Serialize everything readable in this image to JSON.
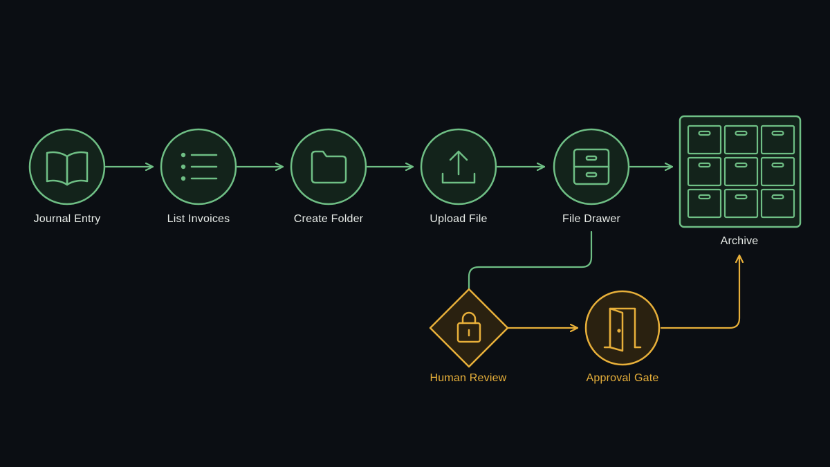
{
  "colors": {
    "background": "#0b0e13",
    "primary_flow": "#6fbf85",
    "review_flow": "#e8b03a",
    "primary_node_fill": "#13231b",
    "review_node_fill": "#2a2110",
    "primary_label": "#e8ece8",
    "review_label": "#e8b03a"
  },
  "nodes": {
    "journal_entry": {
      "label": "Journal Entry",
      "shape": "circle",
      "icon": "open-book-icon"
    },
    "list_invoices": {
      "label": "List Invoices",
      "shape": "circle",
      "icon": "bulleted-list-icon"
    },
    "create_folder": {
      "label": "Create Folder",
      "shape": "circle",
      "icon": "folder-icon"
    },
    "upload_file": {
      "label": "Upload File",
      "shape": "circle",
      "icon": "upload-icon"
    },
    "file_drawer": {
      "label": "File Drawer",
      "shape": "circle",
      "icon": "file-cabinet-icon"
    },
    "archive": {
      "label": "Archive",
      "shape": "rounded-rectangle",
      "icon": "drawer-grid-icon"
    },
    "human_review": {
      "label": "Human Review",
      "shape": "diamond",
      "icon": "padlock-icon"
    },
    "approval_gate": {
      "label": "Approval Gate",
      "shape": "circle",
      "icon": "open-door-icon"
    }
  },
  "edges": [
    {
      "from": "journal_entry",
      "to": "list_invoices"
    },
    {
      "from": "list_invoices",
      "to": "create_folder"
    },
    {
      "from": "create_folder",
      "to": "upload_file"
    },
    {
      "from": "upload_file",
      "to": "file_drawer"
    },
    {
      "from": "file_drawer",
      "to": "archive"
    },
    {
      "from": "file_drawer",
      "to": "human_review"
    },
    {
      "from": "human_review",
      "to": "approval_gate"
    },
    {
      "from": "approval_gate",
      "to": "archive"
    }
  ]
}
